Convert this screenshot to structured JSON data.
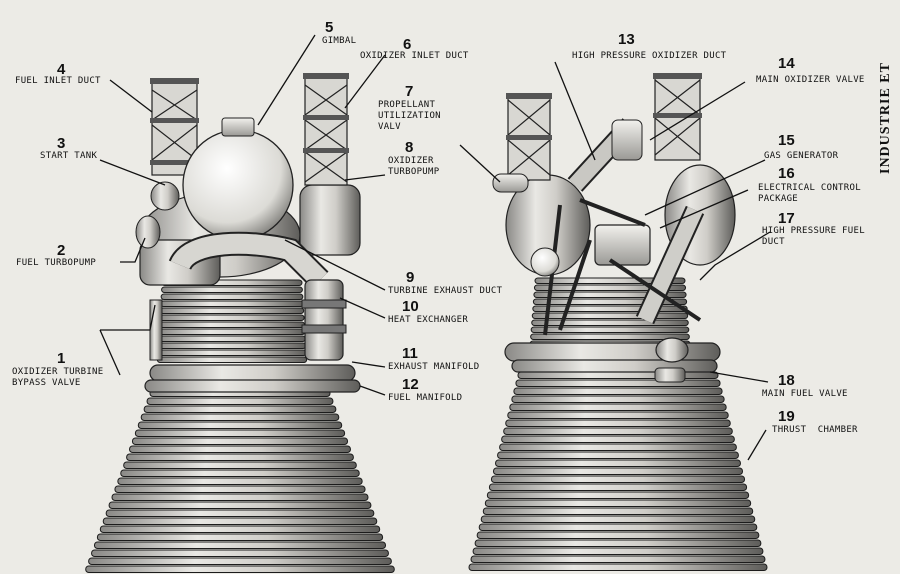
{
  "side_text": "INDUSTRIE ET",
  "callouts": [
    {
      "num": "1",
      "label": "OXIDIZER TURBINE\nBYPASS VALVE"
    },
    {
      "num": "2",
      "label": "FUEL TURBOPUMP"
    },
    {
      "num": "3",
      "label": "START TANK"
    },
    {
      "num": "4",
      "label": "FUEL INLET DUCT"
    },
    {
      "num": "5",
      "label": "GIMBAL"
    },
    {
      "num": "6",
      "label": "OXIDIZER INLET DUCT"
    },
    {
      "num": "7",
      "label": "PROPELLANT\nUTILIZATION\nVALV"
    },
    {
      "num": "8",
      "label": "OXIDIZER\nTURBOPUMP"
    },
    {
      "num": "9",
      "label": "TURBINE EXHAUST DUCT"
    },
    {
      "num": "10",
      "label": "HEAT EXCHANGER"
    },
    {
      "num": "11",
      "label": "EXHAUST MANIFOLD"
    },
    {
      "num": "12",
      "label": "FUEL MANIFOLD"
    },
    {
      "num": "13",
      "label": "HIGH PRESSURE OXIDIZER DUCT"
    },
    {
      "num": "14",
      "label": "MAIN OXIDIZER VALVE"
    },
    {
      "num": "15",
      "label": "GAS GENERATOR"
    },
    {
      "num": "16",
      "label": "ELECTRICAL CONTROL\nPACKAGE"
    },
    {
      "num": "17",
      "label": "HIGH PRESSURE FUEL\nDUCT"
    },
    {
      "num": "18",
      "label": "MAIN FUEL VALVE"
    },
    {
      "num": "19",
      "label": "THRUST  CHAMBER"
    }
  ]
}
